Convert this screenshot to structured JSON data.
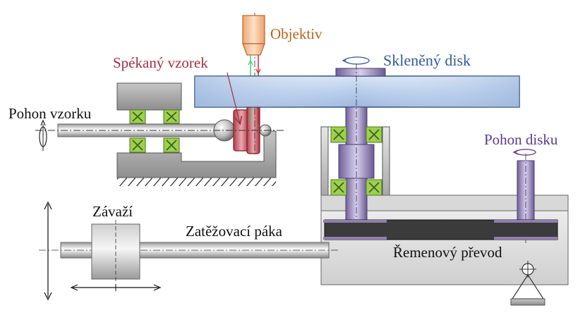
{
  "labels": {
    "objective": "Objektiv",
    "sintered_sample": "Spékaný vzorek",
    "glass_disk": "Skleněný disk",
    "sample_drive": "Pohon vzorku",
    "disk_drive": "Pohon disku",
    "weight": "Závaží",
    "load_lever": "Zatěžovací páka",
    "belt_drive": "Řemenový převod"
  },
  "colors": {
    "objective": "#f3b98a",
    "glass_disk": "#bcd2ec",
    "sample": "#c0505e",
    "spacer": "#9dcf50",
    "shaft_purple": "#8e7fb0",
    "frame_gray": "#bdbdbd",
    "belt": "#3b3b3b",
    "light_green": "#44c86a",
    "light_red": "#d0202e"
  }
}
